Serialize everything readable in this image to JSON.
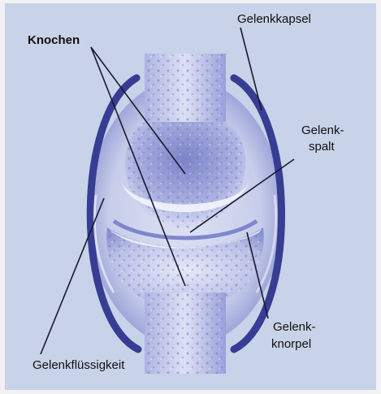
{
  "labels": {
    "knochen": "Knochen",
    "gelenkkapsel": "Gelenkkapsel",
    "gelenkspalt_line1": "Gelenk-",
    "gelenkspalt_line2": "spalt",
    "gelenkknorpel_line1": "Gelenk-",
    "gelenkknorpel_line2": "knorpel",
    "gelenkfluessigkeit": "Gelenkflüssigkeit"
  },
  "colors": {
    "panel_background": "#c8d2e8",
    "page_border": "#f2f2f4",
    "bone_light": "#eef0fa",
    "bone_mid": "#b7bde6",
    "bone_dark": "#5a62b4",
    "capsule": "#363d92",
    "cartilage": "#f4f5fc",
    "label_text": "#111111",
    "leader_line": "#1a1a2e"
  }
}
